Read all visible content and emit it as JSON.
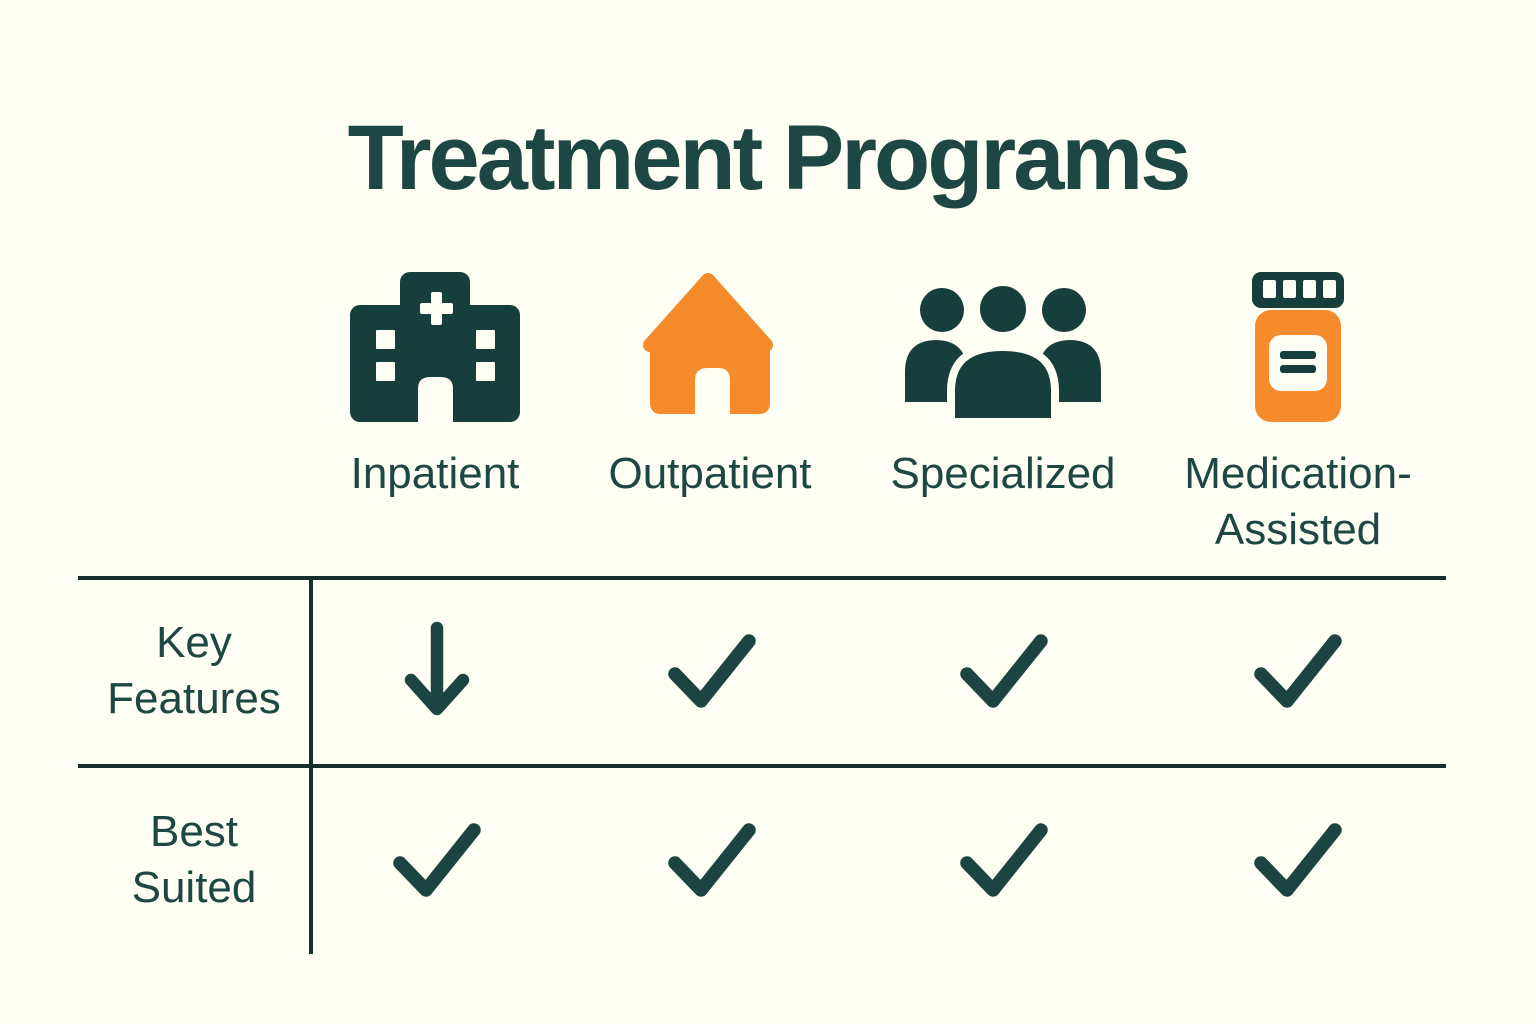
{
  "colors": {
    "background": "#FFFEF5",
    "teal_text": "#1D4743",
    "teal_icon": "#163E3A",
    "orange": "#F68B2B",
    "table_line": "#14302D"
  },
  "title": "Treatment Programs",
  "columns": [
    {
      "label": "Inpatient",
      "icon": "hospital-icon"
    },
    {
      "label": "Outpatient",
      "icon": "house-icon"
    },
    {
      "label": "Specialized",
      "icon": "people-group-icon"
    },
    {
      "label": "Medication-\nAssisted",
      "icon": "medicine-bottle-icon"
    }
  ],
  "table": {
    "rows": [
      {
        "header": "Key\nFeatures",
        "cells": [
          "down-arrow",
          "check",
          "check",
          "check"
        ]
      },
      {
        "header": "Best\nSuited",
        "cells": [
          "check",
          "check",
          "check",
          "check"
        ]
      }
    ]
  }
}
